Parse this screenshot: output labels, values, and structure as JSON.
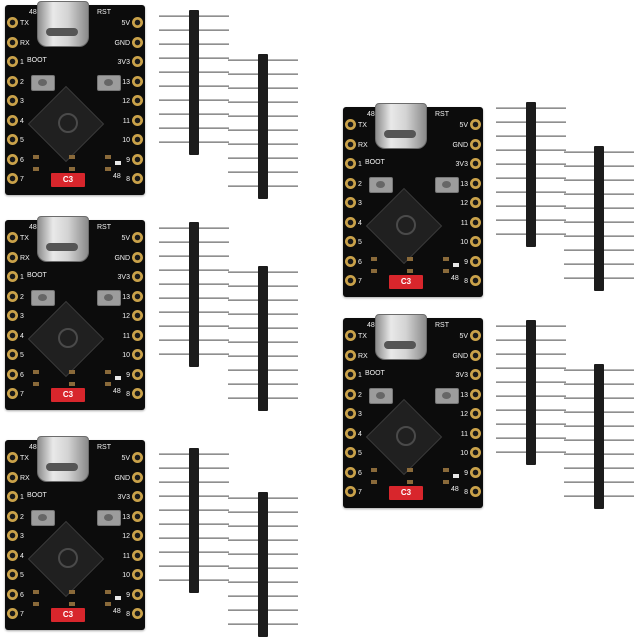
{
  "board": {
    "silk_left": [
      "TX",
      "RX",
      "1",
      "2",
      "3",
      "4",
      "5",
      "6",
      "7"
    ],
    "silk_right": [
      "5V",
      "GND",
      "3V3",
      "13",
      "12",
      "11",
      "10",
      "9",
      "8"
    ],
    "silk_top_left": "48",
    "silk_top_right": "RST",
    "boot_label": "BOOT",
    "extra_label": "48",
    "antenna_label": "C3"
  },
  "product": {
    "board_count": 5,
    "header_pairs": 5
  },
  "colors": {
    "pcb": "#0c0c0c",
    "pad_gold": "#caa24a",
    "antenna_red": "#d8262c",
    "usb_silver": "#d3d3d3",
    "pin_header": "#1c1c1c"
  }
}
